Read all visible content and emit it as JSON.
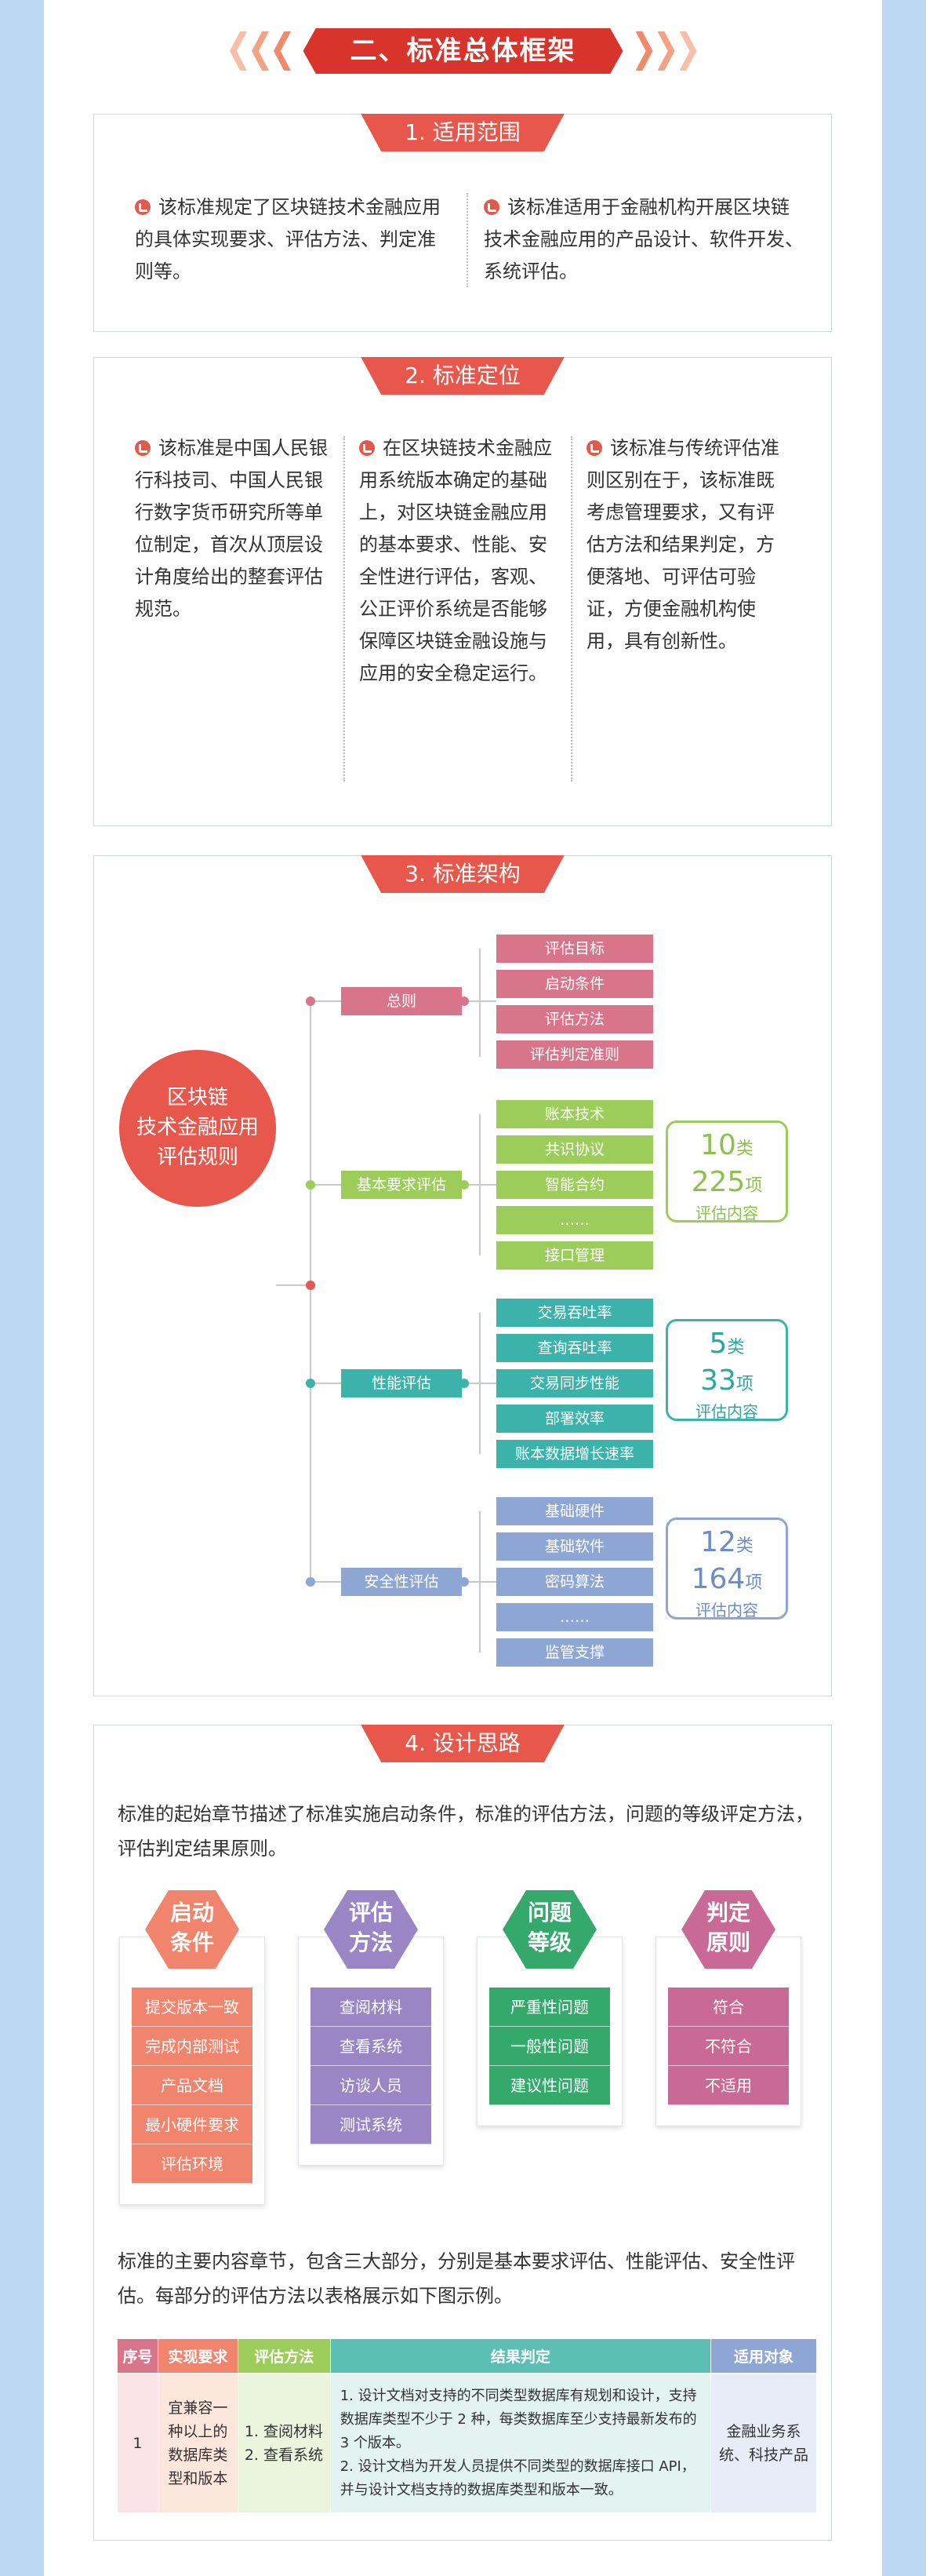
{
  "main_title": "二、标准总体框架",
  "s1": {
    "title": "1. 适用范围",
    "b1": "该标准规定了区块链技术金融应用的具体实现要求、评估方法、判定准则等。",
    "b2": "该标准适用于金融机构开展区块链技术金融应用的产品设计、软件开发、系统评估。"
  },
  "s2": {
    "title": "2. 标准定位",
    "b1": "该标准是中国人民银行科技司、中国人民银行数字货币研究所等单位制定，首次从顶层设计角度给出的整套评估规范。",
    "b2": "在区块链技术金融应用系统版本确定的基础上，对区块链金融应用的基本要求、性能、安全性进行评估，客观、公正评价系统是否能够保障区块链金融设施与应用的安全稳定运行。",
    "b3": "该标准与传统评估准则区别在于，该标准既考虑管理要求，又有评估方法和结果判定，方便落地、可评估可验证，方便金融机构使用，具有创新性。"
  },
  "s3": {
    "title": "3. 标准架构",
    "root": [
      "区块链",
      "技术金融应用",
      "评估规则"
    ],
    "branches": [
      {
        "label": "总则",
        "leaves": [
          "评估目标",
          "启动条件",
          "评估方法",
          "评估判定准则"
        ]
      },
      {
        "label": "基本要求评估",
        "leaves": [
          "账本技术",
          "共识协议",
          "智能合约",
          "……",
          "接口管理"
        ],
        "sum": {
          "n1": "10",
          "u1": "类",
          "n2": "225",
          "u2": "项",
          "u3": "评估内容"
        }
      },
      {
        "label": "性能评估",
        "leaves": [
          "交易吞吐率",
          "查询吞吐率",
          "交易同步性能",
          "部署效率",
          "账本数据增长速率"
        ],
        "sum": {
          "n1": "5",
          "u1": "类",
          "n2": "33",
          "u2": "项",
          "u3": "评估内容"
        }
      },
      {
        "label": "安全性评估",
        "leaves": [
          "基础硬件",
          "基础软件",
          "密码算法",
          "……",
          "监管支撑"
        ],
        "sum": {
          "n1": "12",
          "u1": "类",
          "n2": "164",
          "u2": "项",
          "u3": "评估内容"
        }
      }
    ]
  },
  "s4": {
    "title": "4. 设计思路",
    "p1": "标准的起始章节描述了标准实施启动条件，标准的评估方法，问题的等级评定方法，评估判定结果原则。",
    "cards": [
      {
        "t1": "启动",
        "t2": "条件",
        "items": [
          "提交版本一致",
          "完成内部测试",
          "产品文档",
          "最小硬件要求",
          "评估环境"
        ]
      },
      {
        "t1": "评估",
        "t2": "方法",
        "items": [
          "查阅材料",
          "查看系统",
          "访谈人员",
          "测试系统"
        ]
      },
      {
        "t1": "问题",
        "t2": "等级",
        "items": [
          "严重性问题",
          "一般性问题",
          "建议性问题"
        ]
      },
      {
        "t1": "判定",
        "t2": "原则",
        "items": [
          "符合",
          "不符合",
          "不适用"
        ]
      }
    ],
    "p2": "标准的主要内容章节，包含三大部分，分别是基本要求评估、性能评估、安全性评估。每部分的评估方法以表格展示如下图示例。",
    "table": {
      "headers": [
        "序号",
        "实现要求",
        "评估方法",
        "结果判定",
        "适用对象"
      ],
      "row": {
        "no": "1",
        "req": "宜兼容一种以上的数据库类型和版本",
        "m1": "1. 查阅材料",
        "m2": "2. 查看系统",
        "r1": "1. 设计文档对支持的不同类型数据库有规划和设计，支持数据库类型不少于 2 种，每类数据库至少支持最新发布的 3 个版本。",
        "r2": "2. 设计文档为开发人员提供不同类型的数据库接口 API，并与设计文档支持的数据库类型和版本一致。",
        "obj": "金融业务系统、科技产品"
      }
    }
  }
}
